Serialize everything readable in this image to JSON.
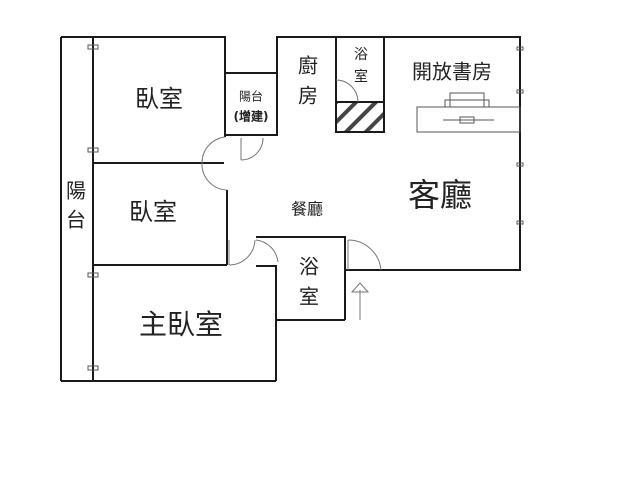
{
  "rooms": {
    "bedroom_1": "臥室",
    "balcony_addition_line1": "陽台",
    "balcony_addition_line2": "(增建)",
    "kitchen_line1": "廚",
    "kitchen_line2": "房",
    "bath_small_line1": "浴",
    "bath_small_line2": "室",
    "study": "開放書房",
    "living_room": "客廳",
    "balcony_line1": "陽",
    "balcony_line2": "台",
    "bedroom_2": "臥室",
    "dining": "餐廳",
    "bath_line1": "浴",
    "bath_line2": "室",
    "master_bedroom": "主臥室"
  },
  "icons": {
    "entrance": "entrance-arrow-icon",
    "desk": "desk-icon"
  }
}
